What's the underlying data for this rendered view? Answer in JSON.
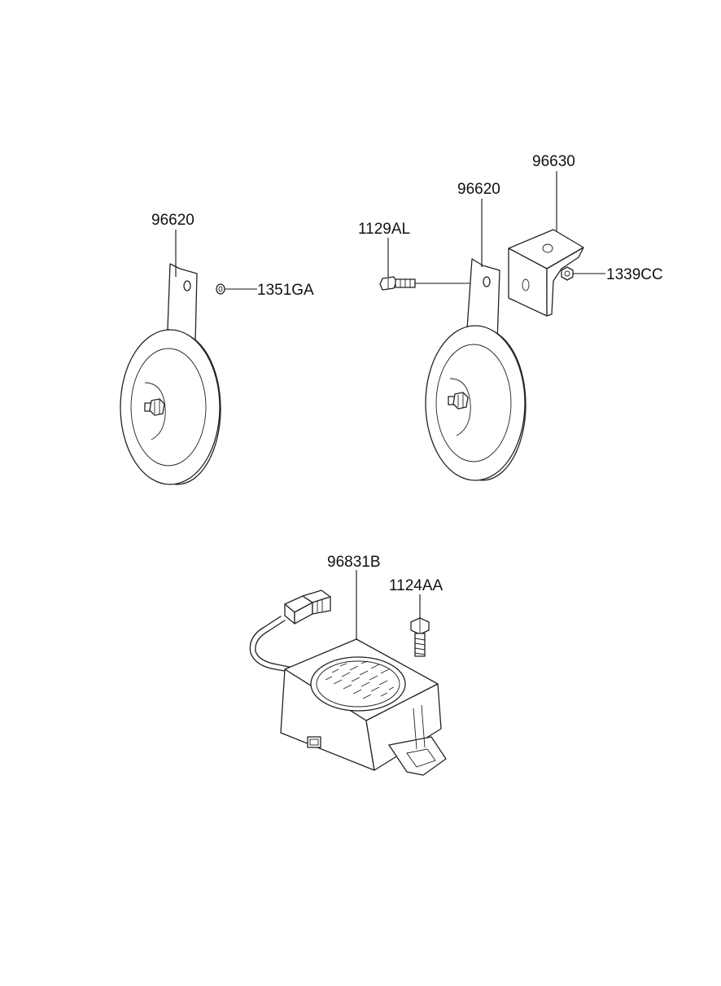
{
  "labels": {
    "horn_left": "96620",
    "washer_left": "1351GA",
    "bolt": "1129AL",
    "horn_right": "96620",
    "bracket": "96630",
    "nut": "1339CC",
    "alarm": "96831B",
    "alarm_bolt": "1124AA"
  }
}
